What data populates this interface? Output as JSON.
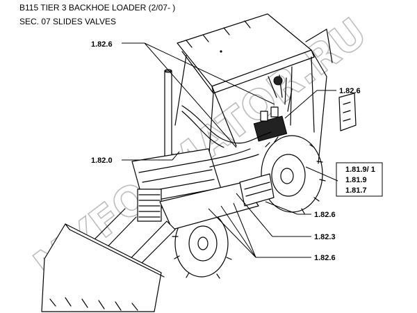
{
  "header": {
    "title": "B115 TIER 3 BACKHOE LOADER (2/07- )",
    "section": "SEC. 07 SLIDES VALVES"
  },
  "watermark": "MYFORMATOR.RU",
  "callouts": {
    "c1": "1.82.6",
    "c2": "1.82.6",
    "c3": "1.82.0",
    "c4a": "1.81.9/ 1",
    "c4b": "1.81.9",
    "c4c": "1.81.7",
    "c5": "1.82.6",
    "c6": "1.82.3",
    "c7": "1.82.6"
  }
}
